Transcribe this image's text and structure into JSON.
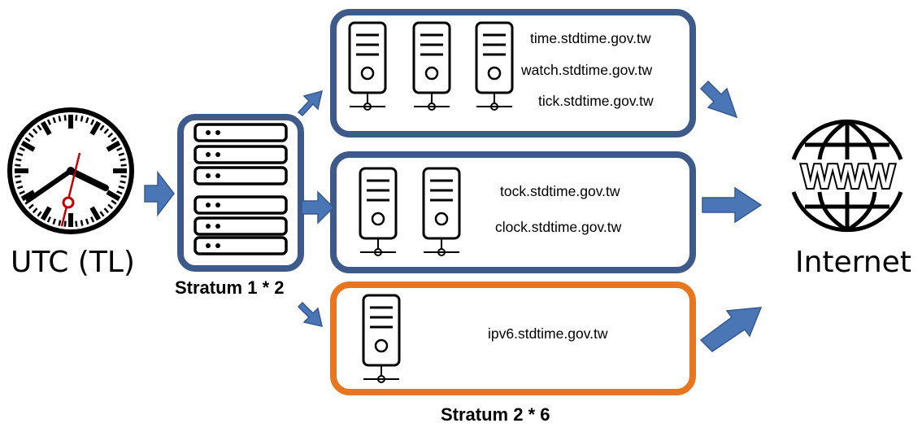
{
  "source": {
    "label": "UTC (TL)"
  },
  "stratum1": {
    "label": "Stratum 1 * 2"
  },
  "stratum2": {
    "label": "Stratum 2 * 6"
  },
  "internet": {
    "label": "Internet",
    "icon_text": "WWW"
  },
  "groups": [
    {
      "hosts": [
        "time.stdtime.gov.tw",
        "watch.stdtime.gov.tw",
        "tick.stdtime.gov.tw"
      ]
    },
    {
      "hosts": [
        "tock.stdtime.gov.tw",
        "clock.stdtime.gov.tw"
      ]
    },
    {
      "hosts": [
        "ipv6.stdtime.gov.tw"
      ]
    }
  ],
  "colors": {
    "blue_border": "#3d5a8a",
    "orange_border": "#e8761e",
    "arrow": "#4a76b5",
    "hand_red": "#c00000"
  }
}
